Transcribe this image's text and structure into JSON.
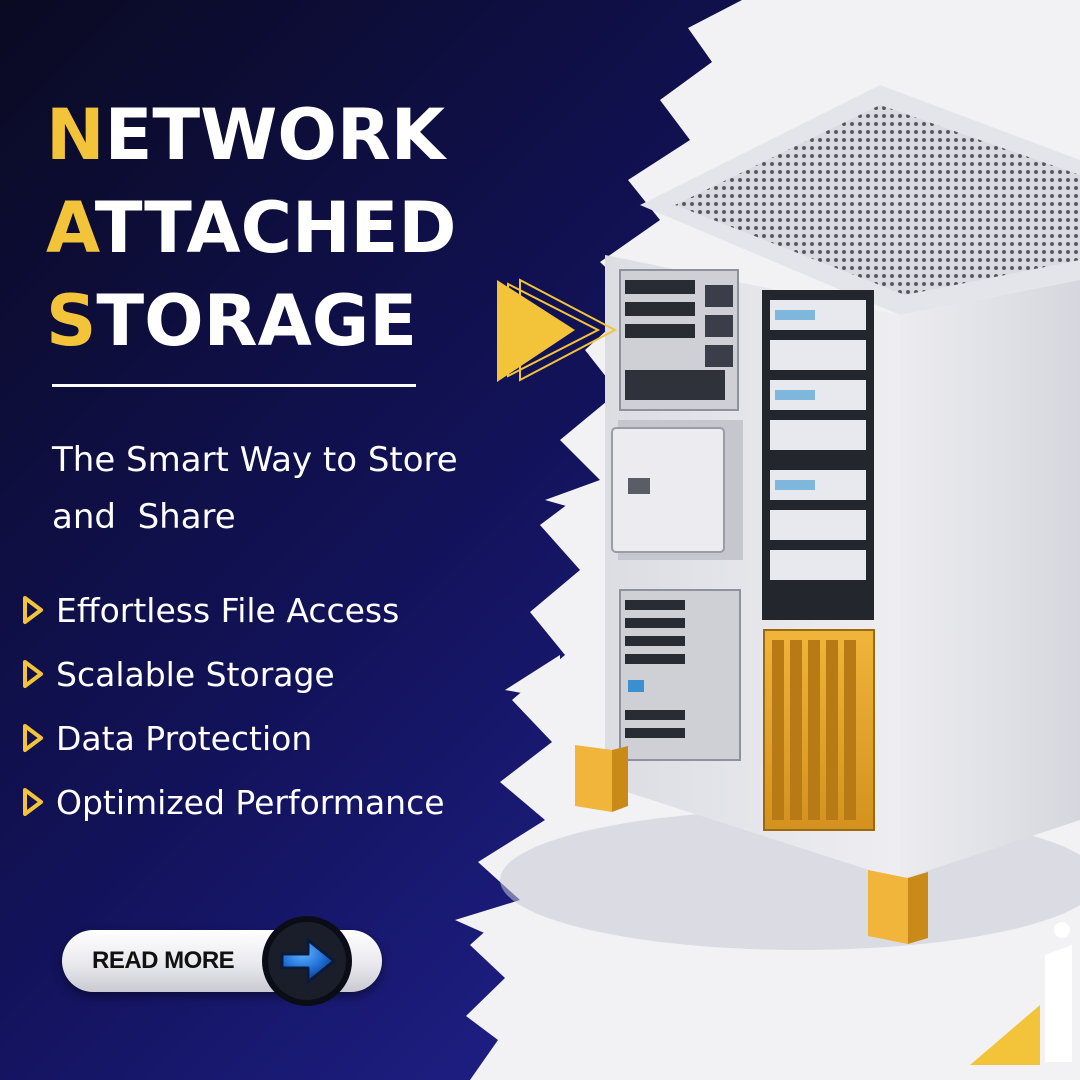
{
  "title": {
    "line1": {
      "initial": "N",
      "rest": "ETWORK"
    },
    "line2": {
      "initial": "A",
      "rest": "TTACHED"
    },
    "line3": {
      "initial": "S",
      "rest": "TORAGE"
    }
  },
  "subtitle": "The Smart Way to Store\nand  Share",
  "features": [
    "Effortless File Access",
    "Scalable Storage",
    "Data Protection",
    "Optimized Performance"
  ],
  "cta": {
    "label": "READ MORE"
  },
  "icons": {
    "bullet": "play-triangle-icon",
    "decor": "double-chevron-right-icon",
    "cta": "arrow-right-circle-icon",
    "logo": "brand-logo-mark"
  },
  "colors": {
    "background_dark": "#0a0a22",
    "background_blue": "#222592",
    "accent_yellow": "#f3c43a",
    "text": "#ffffff",
    "button_blue": "#1f6fd6"
  }
}
